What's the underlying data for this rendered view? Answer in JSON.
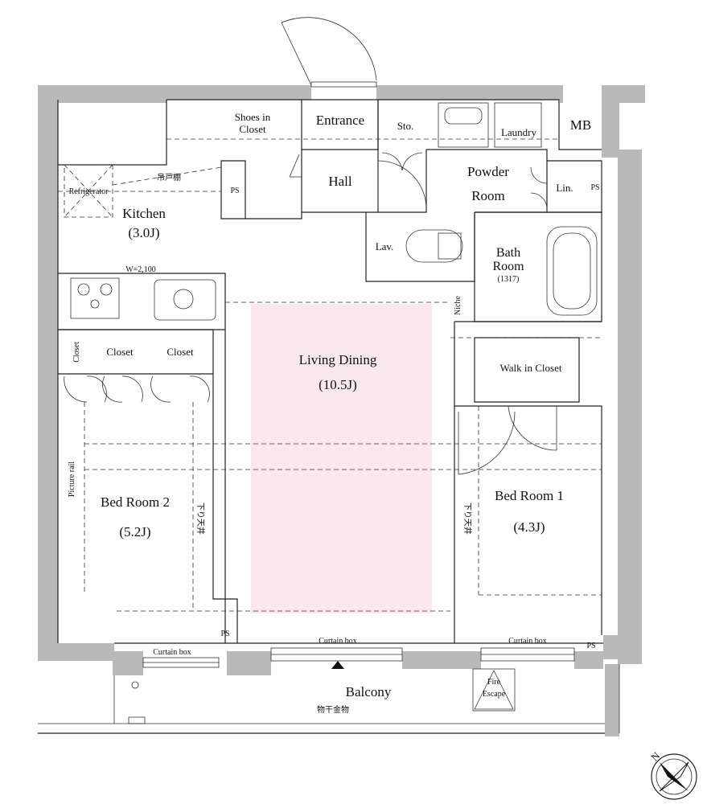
{
  "rooms": {
    "shoes_closet": [
      "Shoes in",
      "Closet"
    ],
    "entrance": "Entrance",
    "storage": "Sto.",
    "laundry": "Laundry",
    "mb": "MB",
    "refrigerator": "Refrigerator",
    "hanging_shelf": "吊戸棚",
    "ps": "PS",
    "hall": "Hall",
    "powder_room": [
      "Powder",
      "Room"
    ],
    "linen": "Lin.",
    "kitchen": "Kitchen",
    "kitchen_size": "(3.0J)",
    "lav": "Lav.",
    "bath_room": [
      "Bath",
      "Room"
    ],
    "bath_size": "(1317)",
    "counter_width": "W=2,100",
    "niche": "Niche",
    "closet": "Closet",
    "living_dining": "Living Dining",
    "living_size": "(10.5J)",
    "walk_in_closet": "Walk in Closet",
    "picture_rail": "Picture rail",
    "bed_room_2": "Bed Room 2",
    "bed_room_2_size": "(5.2J)",
    "lowered_ceiling": "下り天井",
    "bed_room_1": "Bed Room 1",
    "bed_room_1_size": "(4.3J)",
    "curtain_box": "Curtain box",
    "balcony": "Balcony",
    "drying_rack": "物干金物",
    "fire_escape": [
      "Fire",
      "Escape"
    ]
  },
  "compass": {
    "label": "N"
  },
  "colors": {
    "living_highlight": "#fbe8ef",
    "wall": "#b9b9b9"
  }
}
